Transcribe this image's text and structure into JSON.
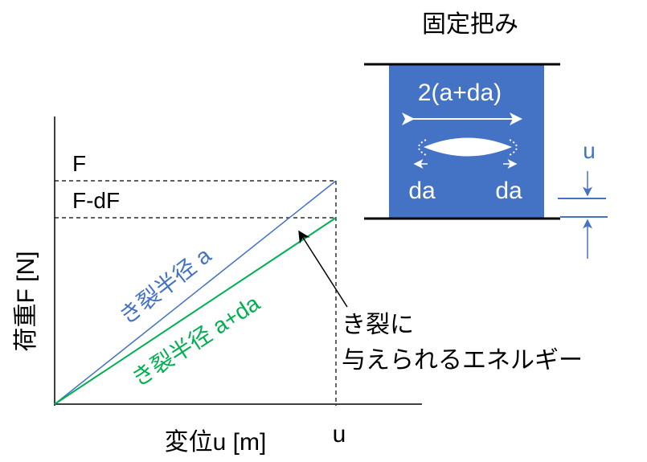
{
  "title": "固定把み",
  "specimen": {
    "crack_length_label": "2(a+da)",
    "da_left": "da",
    "da_right": "da",
    "displacement_label": "u"
  },
  "graph": {
    "ylabel": "荷重F [N]",
    "xlabel": "変位u [m]",
    "x_tick": "u",
    "f_label": "F",
    "fdf_label": "F-dF",
    "line_a_label": "き裂半径 a",
    "line_ada_label": "き裂半径 a+da",
    "annotation_line1": "き裂に",
    "annotation_line2": "与えられるエネルギー"
  },
  "colors": {
    "blue": "#4472c4",
    "green": "#00b050",
    "text": "#000000"
  }
}
